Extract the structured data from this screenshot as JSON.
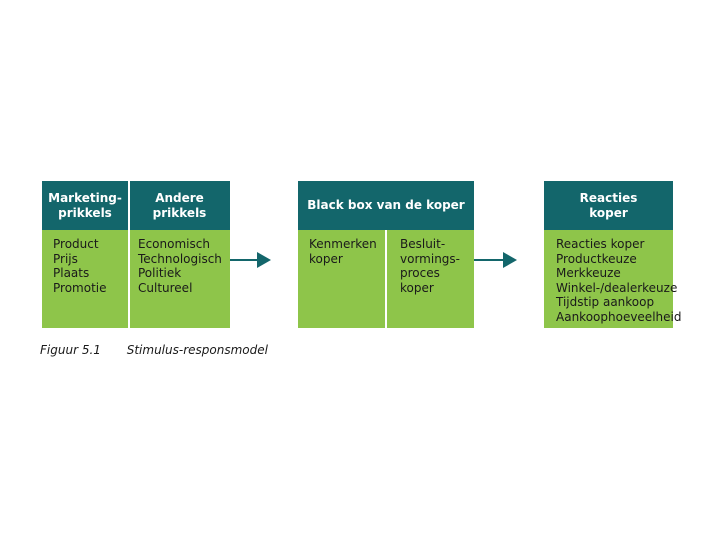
{
  "colors": {
    "header": "#13666b",
    "body": "#8ec54a",
    "arrow": "#13666b"
  },
  "box1": {
    "col1_header": "Marketing-\nprikkels",
    "col2_header": "Andere\nprikkels",
    "col1_items": [
      "Product",
      "Prijs",
      "Plaats",
      "Promotie"
    ],
    "col2_items": [
      "Economisch",
      "Technologisch",
      "Politiek",
      "Cultureel"
    ]
  },
  "box2": {
    "header": "Black box van de koper",
    "col1_items": [
      "Kenmerken",
      "koper"
    ],
    "col2_items": [
      "Besluit-",
      "vormings-",
      "proces",
      "koper"
    ]
  },
  "box3": {
    "header": "Reacties\nkoper",
    "items": [
      "Reacties koper",
      "Productkeuze",
      "Merkkeuze",
      "Winkel-/dealerkeuze",
      "Tijdstip aankoop",
      "Aankoophoeveelheid"
    ]
  },
  "caption": {
    "number": "Figuur 5.1",
    "title": "Stimulus-responsmodel"
  }
}
